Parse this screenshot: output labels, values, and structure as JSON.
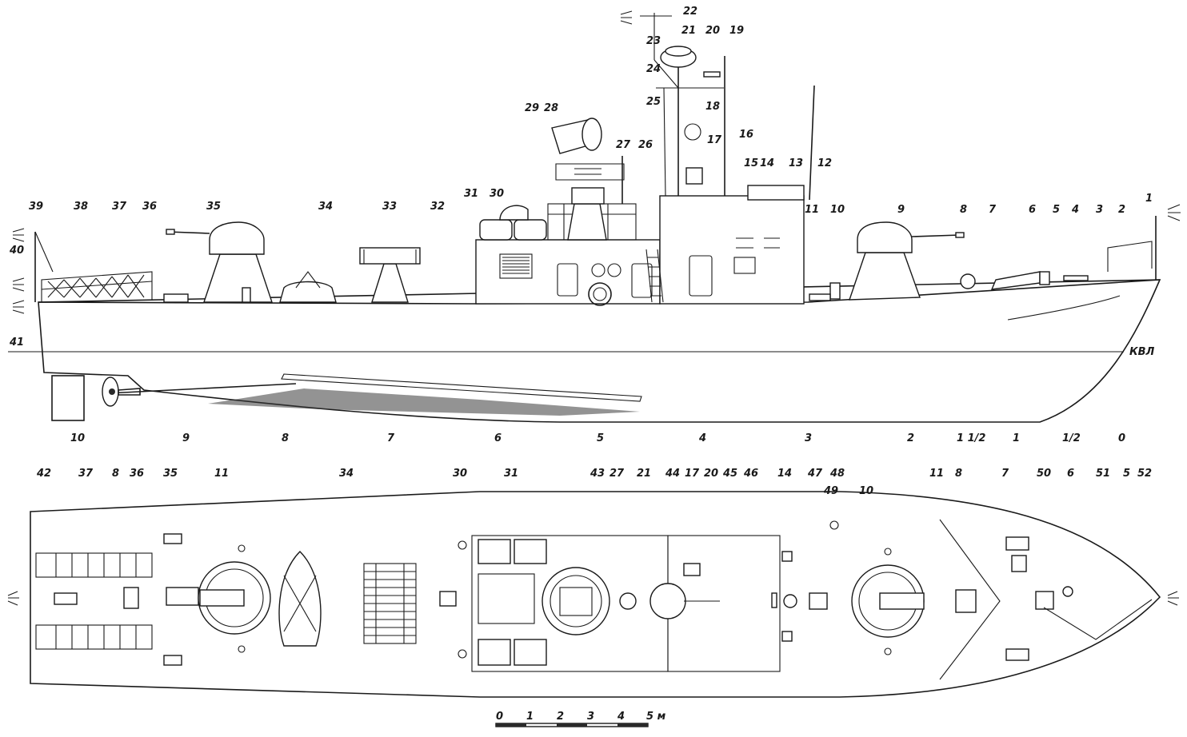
{
  "side_view": {
    "callouts": [
      "1",
      "2",
      "3",
      "4",
      "5",
      "6",
      "7",
      "8",
      "9",
      "10",
      "11",
      "12",
      "13",
      "14",
      "15",
      "16",
      "17",
      "18",
      "19",
      "20",
      "21",
      "22",
      "23",
      "24",
      "25",
      "26",
      "27",
      "28",
      "29",
      "30",
      "31",
      "32",
      "33",
      "34",
      "35",
      "36",
      "37",
      "38",
      "39",
      "40",
      "41"
    ],
    "waterline_label": "КВЛ",
    "stations": [
      "10",
      "9",
      "8",
      "7",
      "6",
      "5",
      "4",
      "3",
      "2",
      "1 1/2",
      "1",
      "1/2",
      "0"
    ]
  },
  "plan_view": {
    "callouts": [
      "42",
      "37",
      "8",
      "36",
      "35",
      "11",
      "34",
      "30",
      "31",
      "43",
      "27",
      "21",
      "44",
      "17",
      "20",
      "45",
      "46",
      "14",
      "47",
      "48",
      "49",
      "10",
      "11",
      "8",
      "7",
      "50",
      "6",
      "51",
      "5",
      "52"
    ]
  },
  "scale_bar": {
    "ticks": [
      "0",
      "1",
      "2",
      "3",
      "4"
    ],
    "end_label": "5 м"
  }
}
